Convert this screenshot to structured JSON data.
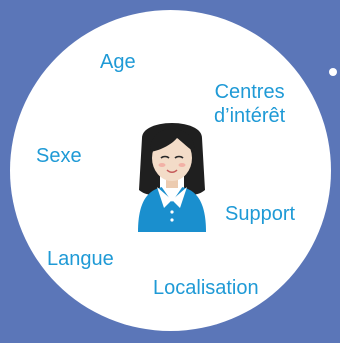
{
  "diagram": {
    "attributes": {
      "age": "Age",
      "centres_line1": "Centres",
      "centres_line2": "d’intérêt",
      "sexe": "Sexe",
      "support": "Support",
      "langue": "Langue",
      "localisation": "Localisation"
    },
    "colors": {
      "background": "#5b76b8",
      "circle": "#ffffff",
      "text": "#1f9ad6",
      "avatar_hair": "#1f1f1f",
      "avatar_shirt": "#1a8fce",
      "avatar_skin": "#f3dcc8"
    },
    "avatar_icon": "woman-user-avatar-icon"
  }
}
